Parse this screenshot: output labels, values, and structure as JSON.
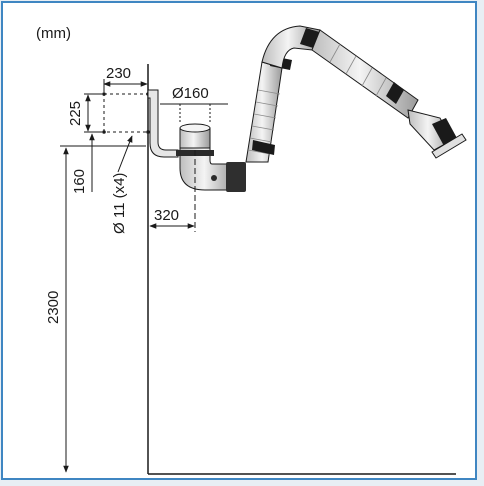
{
  "diagram": {
    "unit_label": "(mm)",
    "dims": {
      "bolt_spacing_h": "230",
      "bolt_spacing_v": "225",
      "duct_diameter": "Ø160",
      "mount_height": "160",
      "hole_spec": "Ø 11 (x4)",
      "offset": "320",
      "floor_height": "2300"
    }
  },
  "colors": {
    "frame_border": "#3f86c2",
    "background": "#ffffff",
    "line": "#1a1a1a"
  }
}
